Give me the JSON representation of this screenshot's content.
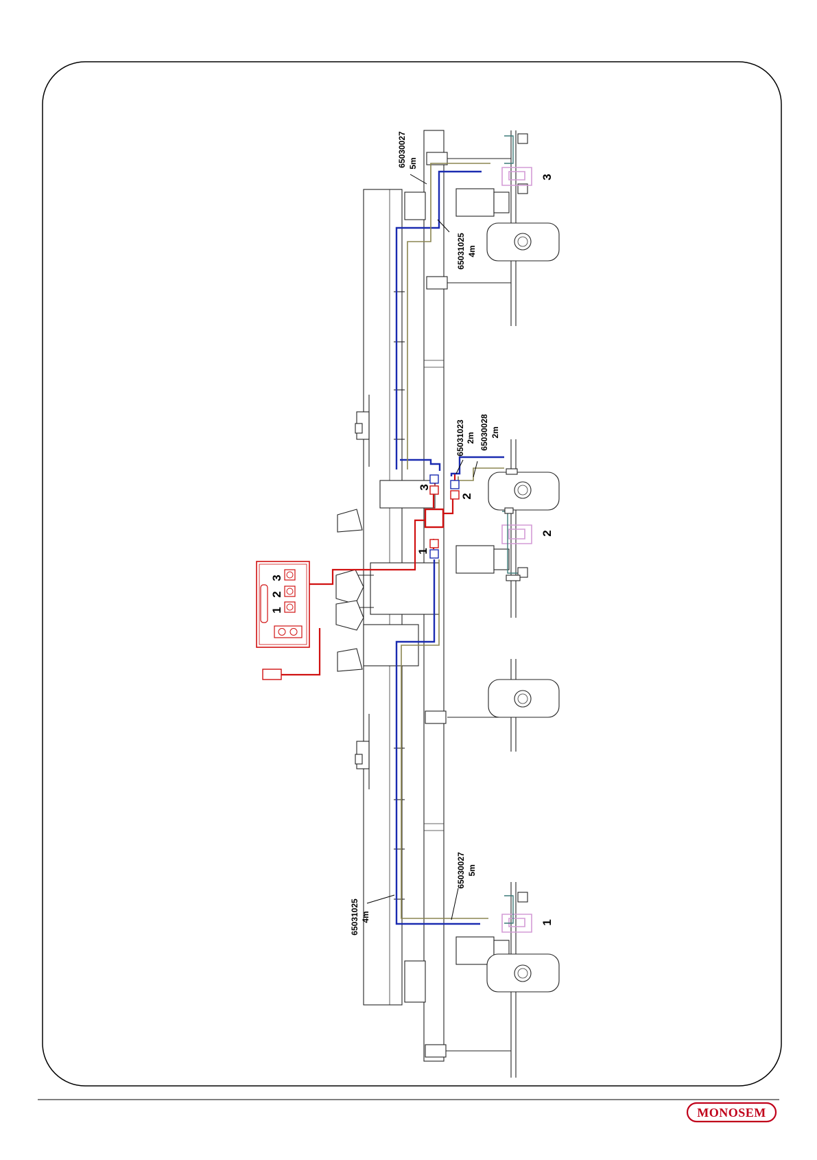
{
  "brand": {
    "logo_text": "MONOSEM",
    "logo_color": "#c0001a"
  },
  "colors": {
    "power_cable": "#d01010",
    "sensor_cable_blue": "#1a2bb0",
    "extension_cable": "#8b8550",
    "frame": "#000000"
  },
  "control_box": {
    "channel_labels": [
      "1",
      "2",
      "3"
    ]
  },
  "row_markers": {
    "row_3": "3",
    "row_2": "2",
    "row_1": "1"
  },
  "connector_labels": {
    "c3": "3",
    "c2": "2",
    "c1": "1"
  },
  "cables": {
    "top_ext": {
      "part": "65030027",
      "length": "5m"
    },
    "top_sensor": {
      "part": "65031025",
      "length": "4m"
    },
    "mid_sensor": {
      "part": "65031023",
      "length": "2m"
    },
    "mid_ext": {
      "part": "65030028",
      "length": "2m"
    },
    "bottom_ext": {
      "part": "65030027",
      "length": "5m"
    },
    "bottom_sensor": {
      "part": "65031025",
      "length": "4m"
    }
  }
}
